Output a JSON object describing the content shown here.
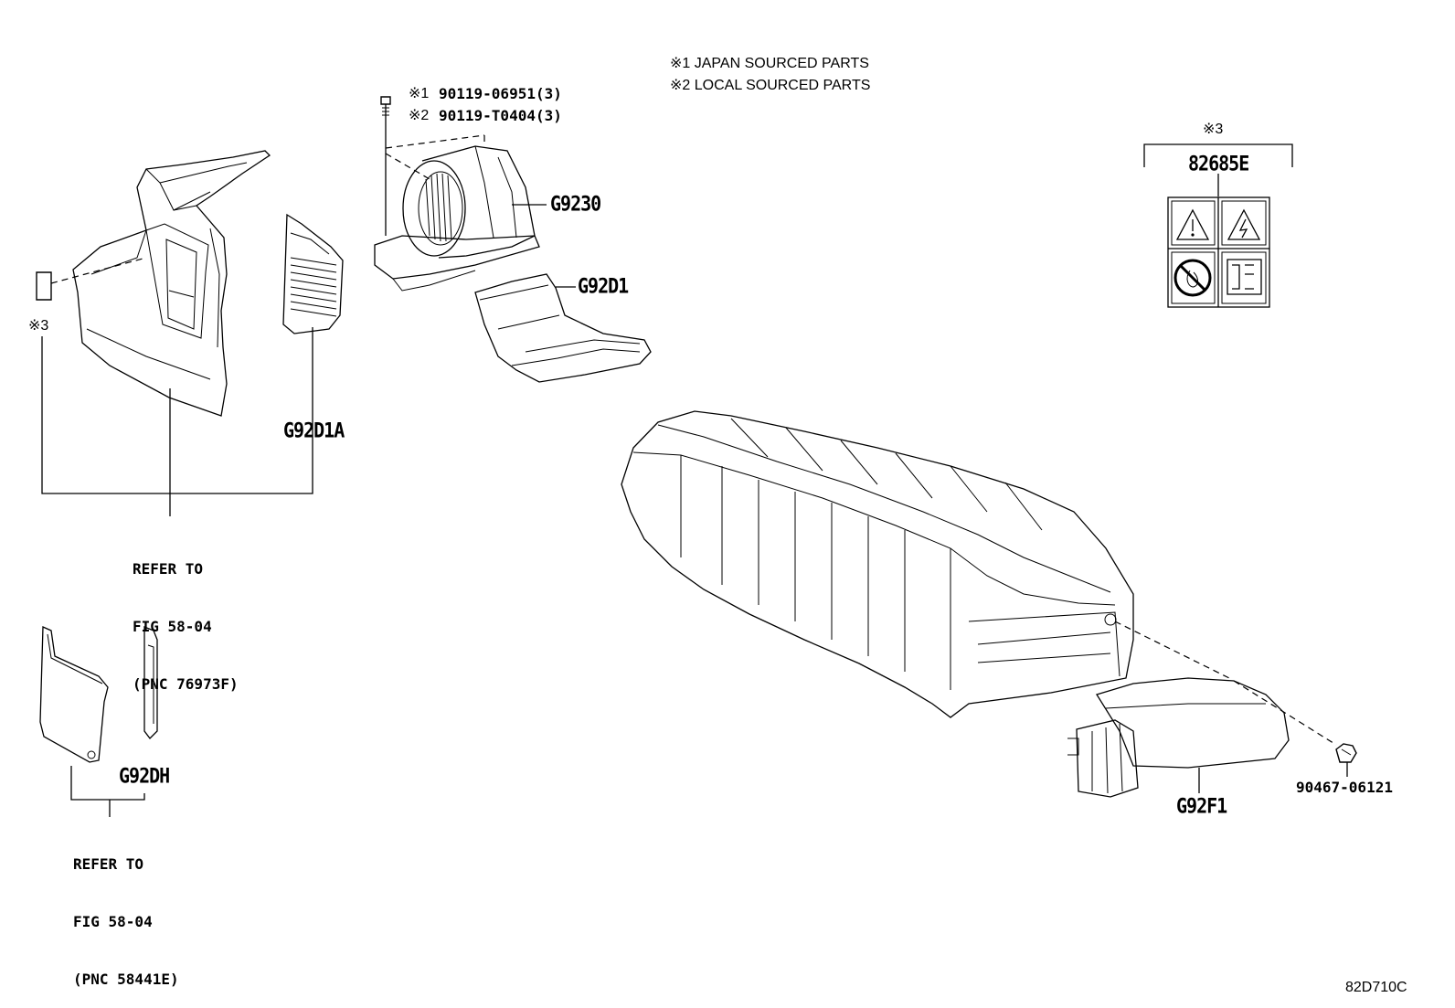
{
  "notes": {
    "line1": "※1 JAPAN SOURCED PARTS",
    "line2": "※2 LOCAL SOURCED PARTS"
  },
  "bolt": {
    "line1_mark": "※1",
    "line1_pn": "90119-06951(3)",
    "line2_mark": "※2",
    "line2_pn": "90119-T0404(3)"
  },
  "parts": {
    "blower": "G9230",
    "duct": "G92D1",
    "duct_a": "G92D1A",
    "cover_h": "G92DH",
    "cover_f": "G92F1",
    "label": "82685E",
    "clip": "90467-06121"
  },
  "marks": {
    "label_ref": "※3",
    "sticker_ref": "※3"
  },
  "refer1": {
    "line1": "REFER TO",
    "line2": "FIG 58-04",
    "line3": "(PNC 76973F)"
  },
  "refer2": {
    "line1": "REFER TO",
    "line2": "FIG 58-04",
    "line3": "(PNC 58441E)"
  },
  "diagram_code": "82D710C"
}
